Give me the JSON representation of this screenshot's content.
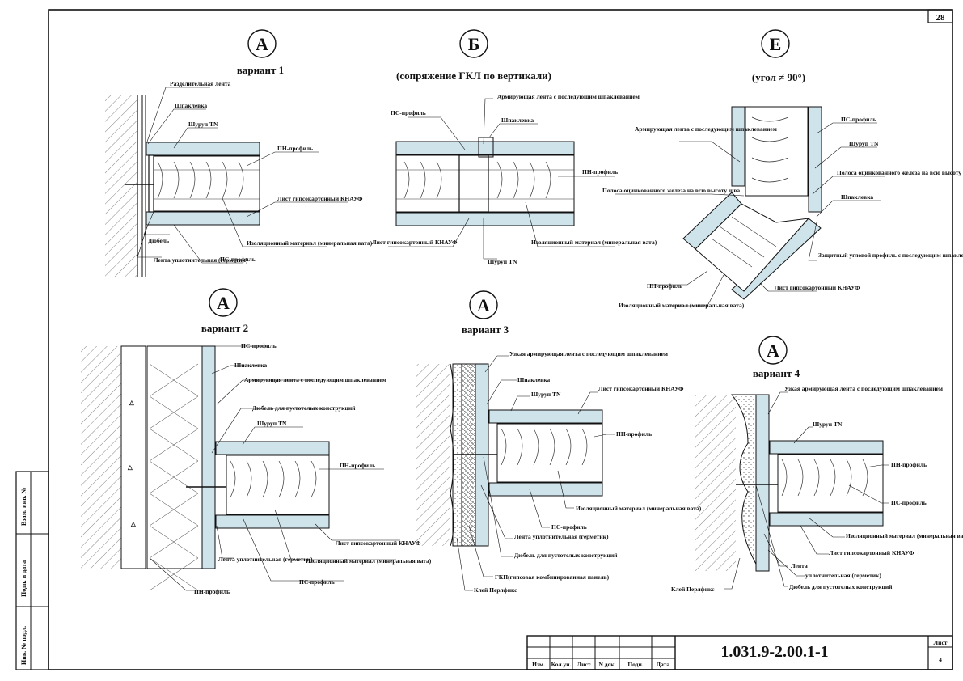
{
  "sheet": {
    "number": "28",
    "code": "1.031.9-2.00.1-1",
    "sheet_label": "Лист",
    "sheet_value": "4",
    "stamp_headers": [
      "Изм.",
      "Кол.уч.",
      "Лист",
      "N док.",
      "Подп.",
      "Дата"
    ],
    "side_labels": [
      "Взам. инв. №",
      "Подп. и дата",
      "Инв. № подл."
    ]
  },
  "details": {
    "a1": {
      "letter": "А",
      "caption": "вариант 1",
      "labels": [
        "Разделительная лента",
        "Шпаклевка",
        "Шуруп TN",
        "ПН-профиль",
        "Лист гипсокартонный КНАУФ",
        "Дюбель",
        "Изоляционный материал (минеральная вата)",
        "Лента уплотнительная (герметик)",
        "ПС-профиль"
      ]
    },
    "b": {
      "letter": "Б",
      "caption": "(сопряжение ГКЛ по вертикали)",
      "labels": [
        "Армирующая лента с последующим шпаклеванием",
        "ПС-профиль",
        "Шпаклевка",
        "ПН-профиль",
        "Лист гипсокартонный КНАУФ",
        "Шуруп TN",
        "Изоляционный материал (минеральная вата)"
      ]
    },
    "e": {
      "letter": "Е",
      "caption": "(угол ≠ 90°)",
      "labels": [
        "Армирующая лента с последующим шпаклеванием",
        "ПС-профиль",
        "Шуруп TN",
        "Полоса оцинкованного железа на всю высоту шва",
        "Полоса оцинкованного железа на всю высоту шва",
        "Шпаклевка",
        "Защитный угловой профиль с последующим шпаклеванием",
        "ПН-профиль",
        "Лист гипсокартонный КНАУФ",
        "Изоляционный материал (минеральная вата)"
      ]
    },
    "a2": {
      "letter": "А",
      "caption": "вариант 2",
      "labels": [
        "ПС-профиль",
        "Шпаклевка",
        "Армирующая лента с последующим шпаклеванием",
        "Дюбель для пустотелых конструкций",
        "Шуруп TN",
        "ПН-профиль",
        "Лист гипсокартонный КНАУФ",
        "Изоляционный материал (минеральная вата)",
        "Лента уплотнительная (герметик)",
        "ПС-профиль",
        "ПН-профиль"
      ]
    },
    "a3": {
      "letter": "А",
      "caption": "вариант 3",
      "labels": [
        "Узкая армирующая лента с последующим шпаклеванием",
        "Шпаклевка",
        "Шуруп TN",
        "Лист гипсокартонный КНАУФ",
        "ПН-профиль",
        "Изоляционный материал (минеральная вата)",
        "ПС-профиль",
        "Лента уплотнительная (герметик)",
        "Дюбель для пустотелых конструкций",
        "ГКП(гипсовая комбинированная панель)",
        "Клей Перлфикс"
      ]
    },
    "a4": {
      "letter": "А",
      "caption": "вариант 4",
      "labels": [
        "Узкая армирующая лента с последующим шпаклеванием",
        "Шуруп TN",
        "ПН-профиль",
        "ПС-профиль",
        "Изоляционный материал (минеральная вата)",
        "Лист гипсокартонный КНАУФ",
        "Лента",
        "уплотнительная (герметик)",
        "Дюбель для пустотелых конструкций",
        "Клей Перлфикс"
      ]
    }
  },
  "colors": {
    "board": "#cfe3ea",
    "line": "#111111",
    "hatch": "#555555",
    "insulation": "#ffffff"
  }
}
